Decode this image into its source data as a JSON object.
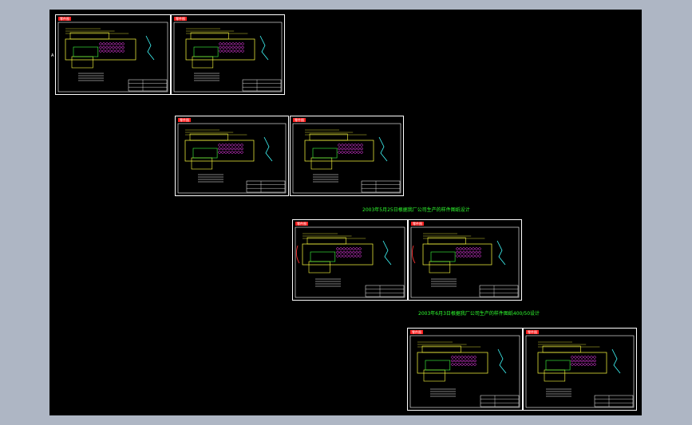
{
  "viewport": {
    "background": "#aeb6c4",
    "drawing_background": "#000000"
  },
  "colors": {
    "frame": "#ffffff",
    "part_outline": "#ffff40",
    "body_fill_outline": "#40ff40",
    "hole_pattern": "#ff40ff",
    "profile": "#40ffff",
    "section": "#ff3030",
    "caption": "#30ff30"
  },
  "captions": {
    "row3": "2003年5月25日根据我厂公司生产的样件图纸设计",
    "row4": "2003年6月3日根据我厂公司生产的样件图纸400/50设计"
  },
  "sheets": [
    {
      "id": "sheet-1",
      "tag": "零件图",
      "side": "A"
    },
    {
      "id": "sheet-2",
      "tag": "零件图",
      "side": ""
    },
    {
      "id": "sheet-3",
      "tag": "零件图",
      "side": ""
    },
    {
      "id": "sheet-4",
      "tag": "零件图",
      "side": ""
    },
    {
      "id": "sheet-5",
      "tag": "零件图",
      "side": ""
    },
    {
      "id": "sheet-6",
      "tag": "零件图",
      "side": ""
    },
    {
      "id": "sheet-7",
      "tag": "零件图",
      "side": ""
    },
    {
      "id": "sheet-8",
      "tag": "零件图",
      "side": ""
    }
  ]
}
